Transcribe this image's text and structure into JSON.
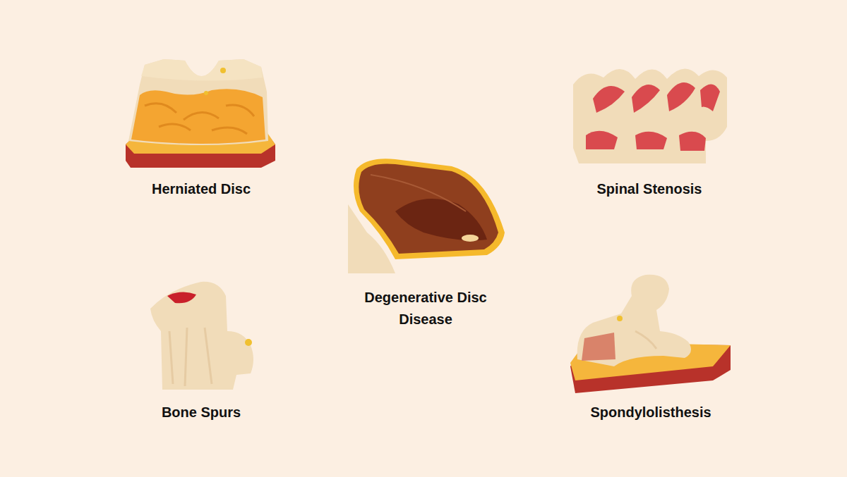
{
  "diagram": {
    "labels": [
      "Herniated Disc",
      "Spinal Stenosis",
      "Degenerative Disc Disease",
      "Bone Spurs",
      "Spondylolisthesis"
    ]
  }
}
